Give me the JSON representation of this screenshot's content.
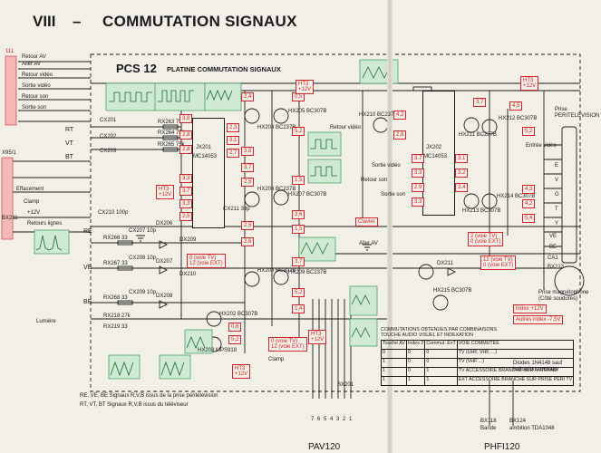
{
  "header": {
    "section": "VIII",
    "dash": "–",
    "title": "COMMUTATION SIGNAUX"
  },
  "board": {
    "code": "PCS 12",
    "name": "PLATINE COMMUTATION SIGNAUX"
  },
  "left_connectors": [
    "Retour AV",
    "Aller AV",
    "Retour vidéo",
    "Sortie vidéo",
    "Retour son",
    "Sortie son"
  ],
  "left_misc": {
    "effacement": "Effacement",
    "clamp": "Clamp",
    "retours_lignes": "Retours lignes",
    "lumiere": "Lumière",
    "plus12v": "+12V",
    "conn_top": "111",
    "conn_mid": "X95/1",
    "conn_bottom": "BX211"
  },
  "rgb_inputs": [
    "RT",
    "VT",
    "BT"
  ],
  "rgb_outputs": [
    "RE",
    "VE",
    "BE"
  ],
  "ics": [
    {
      "ref": "JX201",
      "type": "MC14053"
    },
    {
      "ref": "JX202",
      "type": "MC14053"
    }
  ],
  "transistors": [
    "HX204 BC237B",
    "HX205 BC307B",
    "HX206 BC237B",
    "HX207 BC307B",
    "HX208 BC307B",
    "HX209 BC237B",
    "HX210 BC237B",
    "HX211 BC237B",
    "HX212 BC307B",
    "HX213 BC307B",
    "HX214 BC307B",
    "HX202 BC307B",
    "HX203 MPS918",
    "HX215 BC307B"
  ],
  "components_left": [
    "CX201",
    "CX202",
    "CX203",
    "RX263 75k",
    "RX264 75k",
    "RX265 75k",
    "RX266 33",
    "RX267 33",
    "RX268 33",
    "RX218 27k",
    "RX219 33",
    "DX206",
    "DX207",
    "DX208",
    "DX209",
    "DX210",
    "DX211",
    "CX207 10p",
    "CX208 10p",
    "CX209 10p",
    "CX210 100p",
    "CX211 33p"
  ],
  "red_values": [
    "3,8",
    "2,8",
    "2,8",
    "2,3",
    "3,1",
    "2,7",
    "3,3",
    "3,7",
    "3,3",
    "2,5",
    "2,4",
    "3,8",
    "3,7",
    "2,5",
    "2,5",
    "2,6",
    "0,5",
    "5,2",
    "1,5",
    "3,6",
    "1,5",
    "3,7",
    "5,2",
    "1,4",
    "0,6",
    "5,2",
    "4,2",
    "2,8",
    "3,7",
    "3,3",
    "2,9",
    "3,3",
    "3,1",
    "3,2",
    "3,4",
    "3,7",
    "4,5",
    "5,2",
    "4,3",
    "4,2",
    "5,4"
  ],
  "mode_boxes": [
    {
      "line1": "0 (voie TV)",
      "line2": "12 (voie EXT)"
    },
    {
      "line1": "0 (voie TV)",
      "line2": "12 (voie EXT)"
    },
    {
      "line1": "12 (voie TV)",
      "line2": "0 (voie EXT)"
    },
    {
      "line1": "2 (voie TV)",
      "line2": "0 (voie EXT)"
    }
  ],
  "supply": {
    "ht3": "HT3",
    "plus12": "+12V",
    "clavier": "Clavier",
    "aller_av": "Aller AV",
    "clamp": "Clamp"
  },
  "right_labels": {
    "retour_video": "Retour vidéo",
    "sortie_video": "Sortie vidéo",
    "retour_son": "Retour son",
    "sortie_son": "Sortie son",
    "entree_video": "Entrée vidéo",
    "prise": "Prise PERITELEVISION",
    "prise_mag": "Prise magnétophone (Côté soudures)",
    "bx213": "BX213"
  },
  "side_letters": [
    "E",
    "V",
    "G",
    "T",
    "Y",
    "VE",
    "BE",
    "CA1"
  ],
  "table": {
    "caption": "COMMUTATIONS OBTENUES PAR COMBINAISONS TOUCHE AUDIO VISUEL ET INDEXATION",
    "head": [
      "Touche AV",
      "Index 2",
      "Commut. ExT",
      "VOIE COMMUTEE"
    ],
    "rows": [
      [
        "0",
        "0",
        "0",
        "TV (UHF, VHF, ...)"
      ],
      [
        "1",
        "0",
        "0",
        "TV (VHF ...)"
      ],
      [
        "1",
        "0",
        "1",
        "TV ACCESSOIRE BRANCHE SUR ANTENNE"
      ],
      [
        "1",
        "1",
        "1",
        "EXT ACCESSOIRE BRANCHE SUR PRISE PERI TV"
      ]
    ]
  },
  "index_boxes": [
    "Index",
    "Autres index",
    "+12V",
    "-7,5V"
  ],
  "diodes_note": "Diodes 1N4148 sauf indication contraire",
  "bottom_notes": [
    "RE, VE, BE  Signaux R,V,B issus de la prise péritélévision",
    "RT, VT, BT  Signaux R,V,B issus du téléviseur"
  ],
  "bottom": {
    "pav": "PAV120",
    "phfi": "PHFI120",
    "bx201": "BX201",
    "bx118": "BX118",
    "bx124": "BX124",
    "bande": "Bande",
    "ambition": "ambition TDA1048",
    "pins": [
      "1",
      "2",
      "3",
      "4",
      "5",
      "6",
      "7"
    ]
  }
}
